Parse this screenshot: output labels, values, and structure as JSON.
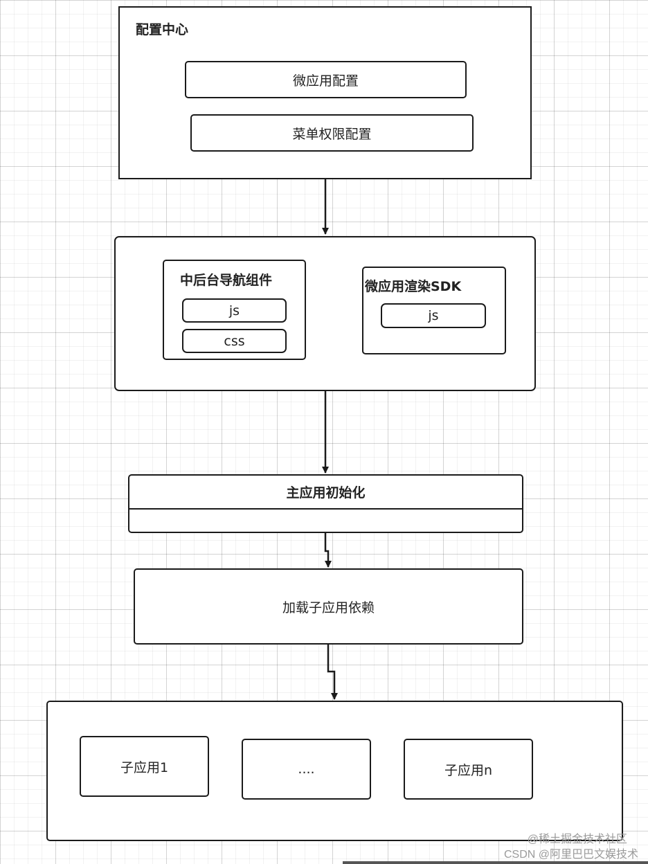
{
  "config_center": {
    "title": "配置中心",
    "items": [
      "微应用配置",
      "菜单权限配置"
    ]
  },
  "middle_group": {
    "nav_component": {
      "title": "中后台导航组件",
      "items": [
        "js",
        "css"
      ]
    },
    "render_sdk": {
      "title": "微应用渲染SDK",
      "items": [
        "js"
      ]
    }
  },
  "main_app_init": {
    "title": "主应用初始化"
  },
  "load_deps": {
    "label": "加载子应用依赖"
  },
  "sub_apps": {
    "items": [
      "子应用1",
      "....",
      "子应用n"
    ]
  },
  "watermark": {
    "line1": "@稀土掘金技术社区",
    "line2": "CSDN @阿里巴巴文娱技术"
  }
}
